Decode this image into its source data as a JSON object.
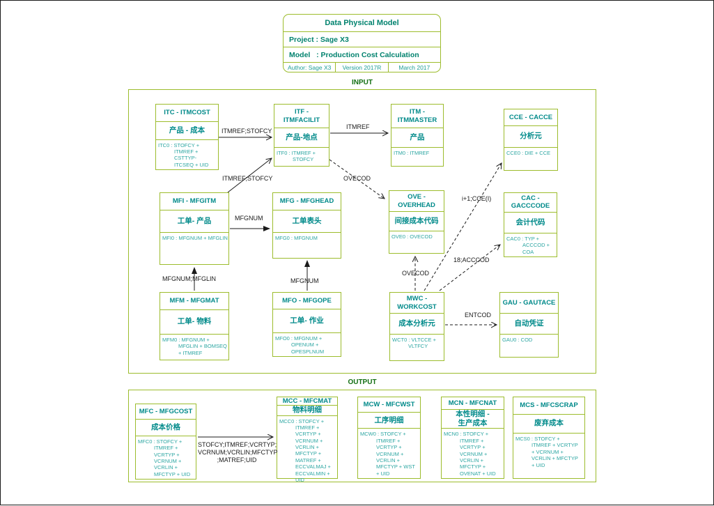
{
  "colors": {
    "border_green": "#9cbc2c",
    "entity_text_teal": "#008a8a",
    "attribute_text_teal": "#2ca6a2",
    "title_text_green": "#00826e",
    "section_label_green": "#136f13",
    "arrow_black": "#1a1a1a"
  },
  "title_block": {
    "title": "Data Physical Model",
    "project": "Project : Sage X3",
    "model": "Model   : Production Cost Calculation",
    "author": "Author: Sage X3",
    "version": "Version 2017R",
    "date": "March 2017"
  },
  "input_section": {
    "label": "INPUT",
    "entities": {
      "itc": {
        "header": "ITC - ITMCOST",
        "name": "产品 - 成本",
        "attrs": "ITC0 : STOFCY +\nITMREF +\nCSTTYP-\nITCSEQ + UID"
      },
      "itf": {
        "header": "ITF - ITMFACILIT",
        "name": "产品-地点",
        "attrs": "ITF0 : ITMREF +\nSTOFCY"
      },
      "itm": {
        "header": "ITM - ITMMASTER",
        "name": "产品",
        "attrs": "ITM0 : ITMREF"
      },
      "cce": {
        "header": "CCE - CACCE",
        "name": "分析元",
        "attrs": "CCE0 : DIE + CCE"
      },
      "mfi": {
        "header": "MFI - MFGITM",
        "name": "工单- 产品",
        "attrs": "MFI0 : MFGNUM + MFGLIN"
      },
      "mfg": {
        "header": "MFG - MFGHEAD",
        "name": "工单表头",
        "attrs": "MFG0 : MFGNUM"
      },
      "ove": {
        "header": "OVE - OVERHEAD",
        "name": "间接成本代码",
        "attrs": "OVE0 : OVECOD"
      },
      "cac": {
        "header": "CAC - GACCCODE",
        "name": "会计代码",
        "attrs": "CAC0 : TYP +\nACCCOD +\nCOA"
      },
      "mfm": {
        "header": "MFM - MFGMAT",
        "name": "工单- 物料",
        "attrs": "MFM0 : MFGNUM +\nMFGLIN + BOMSEQ\n+ ITMREF"
      },
      "mfo": {
        "header": "MFO - MFGOPE",
        "name": "工单- 作业",
        "attrs": "MFO0 : MFGNUM +\nOPENUM +\nOPESPLNUM"
      },
      "mwc": {
        "header": "MWC - WORKCOST",
        "name": "成本分析元",
        "attrs": "WCT0 : VLTCCE +\nVLTFCY"
      },
      "gau": {
        "header": "GAU - GAUTACE",
        "name": "自动凭证",
        "attrs": "GAU0 : COD"
      }
    }
  },
  "output_section": {
    "label": "OUTPUT",
    "entities": {
      "mfc": {
        "header": "MFC - MFGCOST",
        "name": "成本价格",
        "attrs": "MFC0 : STOFCY +\nITMREF +\nVCRTYP +\nVCRNUM +\nVCRLIN +\nMFCTYP + UID"
      },
      "mcc": {
        "header": "MCC - MFCMAT",
        "name": "物料明细",
        "attrs": "MCC0 : STOFCY +\nITMREF +\nVCRTYP +\nVCRNUM +\nVCRLIN +\nMFCTYP +\nMATREF +\nECCVALMAJ +\nECCVALMIN +\nUID"
      },
      "mcw": {
        "header": "MCW - MFCWST",
        "name": "工序明细",
        "attrs": "MCW0 : STOFCY +\nITMREF +\nVCRTYP +\nVCRNUM +\nVCRLIN +\nMFCTYP + WST\n+ UID"
      },
      "mcn": {
        "header": "MCN - MFCNAT",
        "name": "本性明细 -\n生产成本",
        "attrs": "MCN0 : STOFCY +\nITMREF +\nVCRTYP +\nVCRNUM +\nVCRLIN +\nMFCTYP +\nOVENAT + UID"
      },
      "mcs": {
        "header": "MCS - MFCSCRAP",
        "name": "废弃成本",
        "attrs": "MCS0 : STOFCY +\nITMREF + VCRTYP\n+ VCRNUM +\nVCRLIN + MFCTYP\n+ UID"
      }
    }
  },
  "arrow_labels": {
    "itc_to_itf": "ITMREF;STOFCY",
    "itf_to_itm": "ITMREF",
    "mfi_to_itf": "ITMREF;STOFCY",
    "itf_to_ove": "OVECOD",
    "mfi_to_mfg": "MFGNUM",
    "mfm_to_mfi": "MFGNUM;MFGLIN",
    "mfo_to_mfg": "MFGNUM",
    "mwc_to_ove": "OVECOD",
    "mwc_to_cce": "i+1;CCE(I)",
    "mwc_to_cac": "18;ACCCOD",
    "mwc_to_gau": "ENTCOD",
    "mfc_to_mcc": "STOFCY;ITMREF;VCRTYP;\nVCRNUM;VCRLIN;MFCTYP\n;MATREF;UID"
  }
}
